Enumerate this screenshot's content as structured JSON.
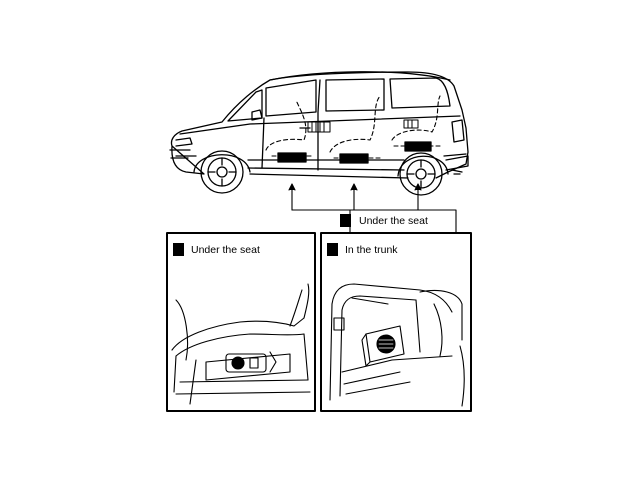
{
  "callouts": {
    "main": {
      "label": "Under the seat"
    },
    "left_panel": {
      "label": "Under the seat"
    },
    "right_panel": {
      "label": "In the trunk"
    }
  }
}
